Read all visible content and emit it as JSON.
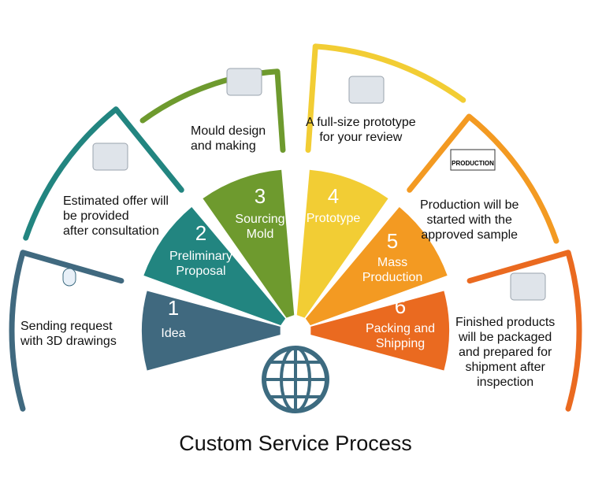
{
  "title": "Custom Service Process",
  "steps": [
    {
      "number": "1",
      "label": "Idea",
      "description": "Sending request\nwith 3D drawings",
      "color": "#40697f",
      "icon": "lightbulb-icon"
    },
    {
      "number": "2",
      "label": "Preliminary\nProposal",
      "description": "Estimated offer will\nbe provided\nafter consultation",
      "color": "#228580",
      "icon": "checklist-person-icon"
    },
    {
      "number": "3",
      "label": "Sourcing\nMold",
      "description": "Mould design\nand making",
      "color": "#6e9a2e",
      "icon": "mold-machine-icon"
    },
    {
      "number": "4",
      "label": "Prototype",
      "description": "A full-size prototype\nfor your review",
      "color": "#f2cd34",
      "icon": "prototype-part-icon"
    },
    {
      "number": "5",
      "label": "Mass\nProduction",
      "description": "Production will be\nstarted with the\napproved sample",
      "color": "#f39a22",
      "icon": "production-robot-icon",
      "icon_text": "PRODUCTION"
    },
    {
      "number": "6",
      "label": "Packing and\nShipping",
      "description": "Finished products\nwill be packaged\nand prepared for\nshipment after\ninspection",
      "color": "#ea6a20",
      "icon": "shipping-icon"
    }
  ],
  "center_icon": "globe-icon",
  "center_color": "#3d6b80"
}
